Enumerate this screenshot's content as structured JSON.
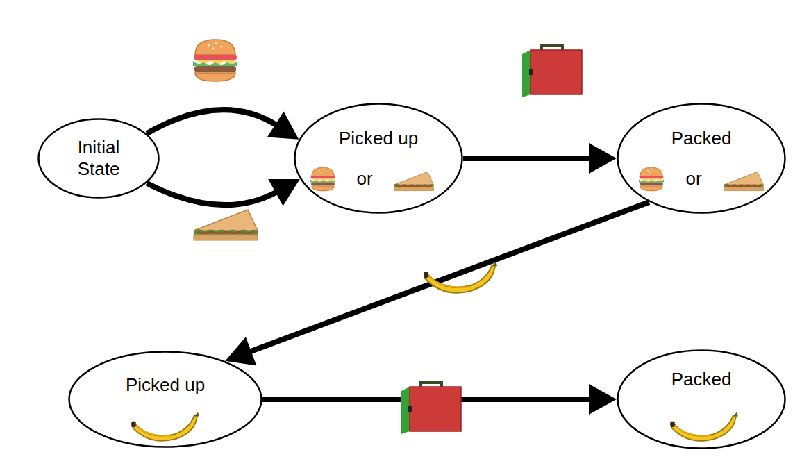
{
  "diagram": {
    "nodes": [
      {
        "text": [
          "Initial State"
        ]
      },
      {
        "text": [
          "Picked up",
          "or"
        ]
      },
      {
        "text": [
          "Packed",
          "or"
        ]
      },
      {
        "text": [
          "Picked up"
        ]
      },
      {
        "text": [
          "Packed"
        ]
      }
    ],
    "edges": [
      {
        "from": 0,
        "to": 1,
        "arrow": "to"
      },
      {
        "from": 0,
        "to": 1,
        "arrow": "to"
      },
      {
        "from": 1,
        "to": 2,
        "arrow": "to"
      },
      {
        "from": 2,
        "to": 3,
        "arrow": "to"
      },
      {
        "from": 3,
        "to": 4,
        "arrow": "to"
      }
    ]
  }
}
